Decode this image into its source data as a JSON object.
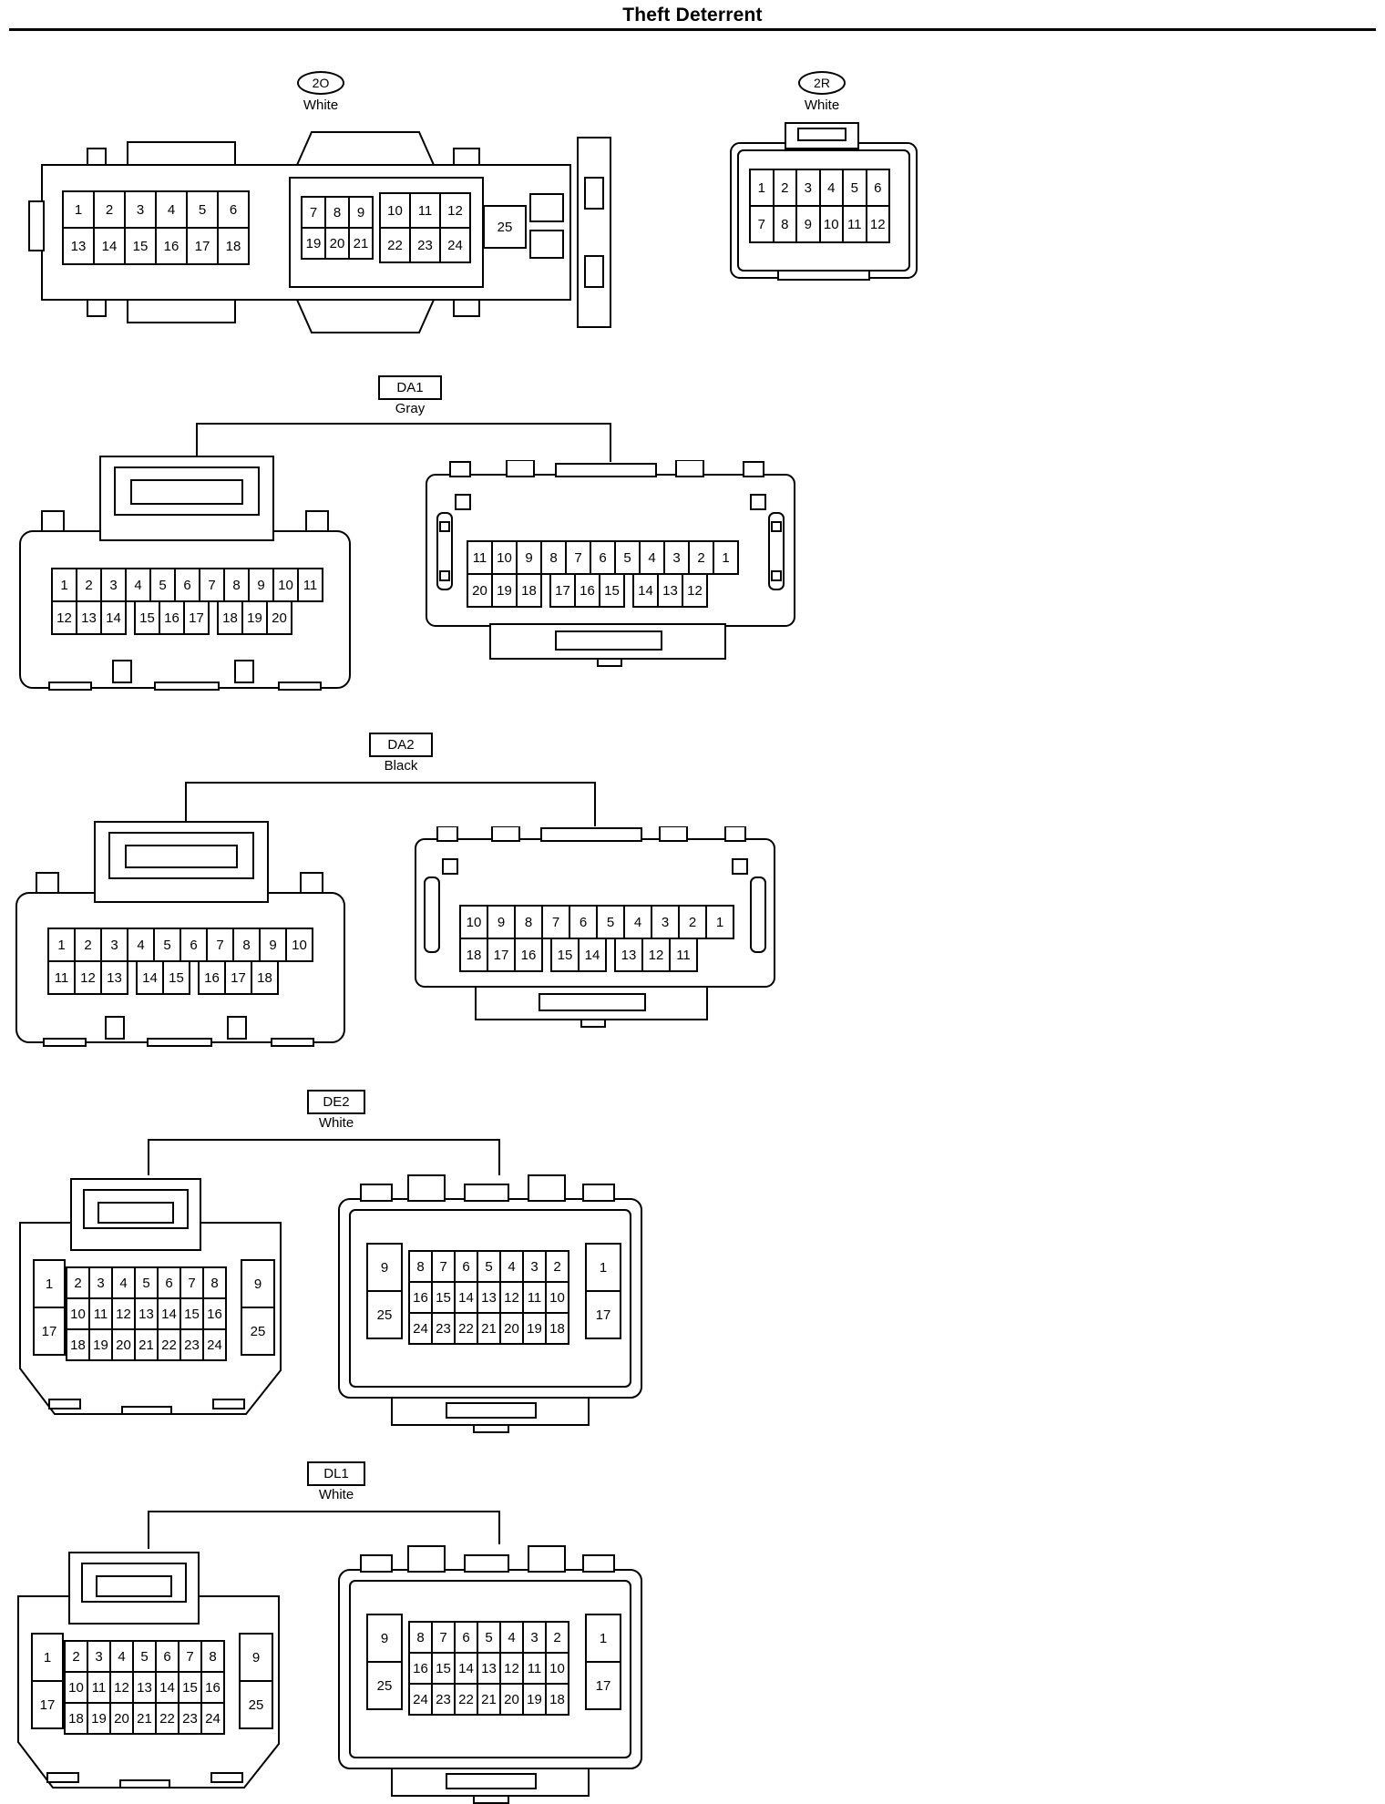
{
  "title": "Theft Deterrent",
  "connectors": {
    "c2o": {
      "code": "2O",
      "color": "White",
      "grid_a": [
        [
          "1",
          "2",
          "3",
          "4",
          "5",
          "6"
        ],
        [
          "13",
          "14",
          "15",
          "16",
          "17",
          "18"
        ]
      ],
      "grid_b": [
        [
          "7",
          "8",
          "9"
        ],
        [
          "19",
          "20",
          "21"
        ]
      ],
      "grid_c": [
        [
          "10",
          "11",
          "12"
        ],
        [
          "22",
          "23",
          "24"
        ]
      ],
      "pin_25": "25"
    },
    "c2r": {
      "code": "2R",
      "color": "White",
      "grid": [
        [
          "1",
          "2",
          "3",
          "4",
          "5",
          "6"
        ],
        [
          "7",
          "8",
          "9",
          "10",
          "11",
          "12"
        ]
      ]
    },
    "da1": {
      "code": "DA1",
      "color": "Gray",
      "female": [
        [
          "1",
          "2",
          "3",
          "4",
          "5",
          "6",
          "7",
          "8",
          "9",
          "10",
          "11"
        ],
        [
          "12",
          "13",
          "14",
          "",
          "15",
          "16",
          "17",
          "",
          "18",
          "19",
          "20"
        ]
      ],
      "male": [
        [
          "11",
          "10",
          "9",
          "8",
          "7",
          "6",
          "5",
          "4",
          "3",
          "2",
          "1"
        ],
        [
          "20",
          "19",
          "18",
          "",
          "17",
          "16",
          "15",
          "",
          "14",
          "13",
          "12"
        ]
      ]
    },
    "da2": {
      "code": "DA2",
      "color": "Black",
      "female": [
        [
          "1",
          "2",
          "3",
          "4",
          "5",
          "6",
          "7",
          "8",
          "9",
          "10"
        ],
        [
          "11",
          "12",
          "13",
          "",
          "14",
          "15",
          "",
          "16",
          "17",
          "18"
        ]
      ],
      "male": [
        [
          "10",
          "9",
          "8",
          "7",
          "6",
          "5",
          "4",
          "3",
          "2",
          "1"
        ],
        [
          "18",
          "17",
          "16",
          "",
          "15",
          "14",
          "",
          "13",
          "12",
          "11"
        ]
      ]
    },
    "de2": {
      "code": "DE2",
      "color": "White",
      "female": {
        "corner_tl": "1",
        "corner_bl": "17",
        "corner_tr": "9",
        "corner_br": "25",
        "mid": [
          [
            "2",
            "3",
            "4",
            "5",
            "6",
            "7",
            "8"
          ],
          [
            "10",
            "11",
            "12",
            "13",
            "14",
            "15",
            "16"
          ],
          [
            "18",
            "19",
            "20",
            "21",
            "22",
            "23",
            "24"
          ]
        ]
      },
      "male": {
        "corner_tl": "9",
        "corner_bl": "25",
        "corner_tr": "1",
        "corner_br": "17",
        "mid": [
          [
            "8",
            "7",
            "6",
            "5",
            "4",
            "3",
            "2"
          ],
          [
            "16",
            "15",
            "14",
            "13",
            "12",
            "11",
            "10"
          ],
          [
            "24",
            "23",
            "22",
            "21",
            "20",
            "19",
            "18"
          ]
        ]
      }
    },
    "dl1": {
      "code": "DL1",
      "color": "White",
      "female": {
        "corner_tl": "1",
        "corner_bl": "17",
        "corner_tr": "9",
        "corner_br": "25",
        "mid": [
          [
            "2",
            "3",
            "4",
            "5",
            "6",
            "7",
            "8"
          ],
          [
            "10",
            "11",
            "12",
            "13",
            "14",
            "15",
            "16"
          ],
          [
            "18",
            "19",
            "20",
            "21",
            "22",
            "23",
            "24"
          ]
        ]
      },
      "male": {
        "corner_tl": "9",
        "corner_bl": "25",
        "corner_tr": "1",
        "corner_br": "17",
        "mid": [
          [
            "8",
            "7",
            "6",
            "5",
            "4",
            "3",
            "2"
          ],
          [
            "16",
            "15",
            "14",
            "13",
            "12",
            "11",
            "10"
          ],
          [
            "24",
            "23",
            "22",
            "21",
            "20",
            "19",
            "18"
          ]
        ]
      }
    }
  }
}
